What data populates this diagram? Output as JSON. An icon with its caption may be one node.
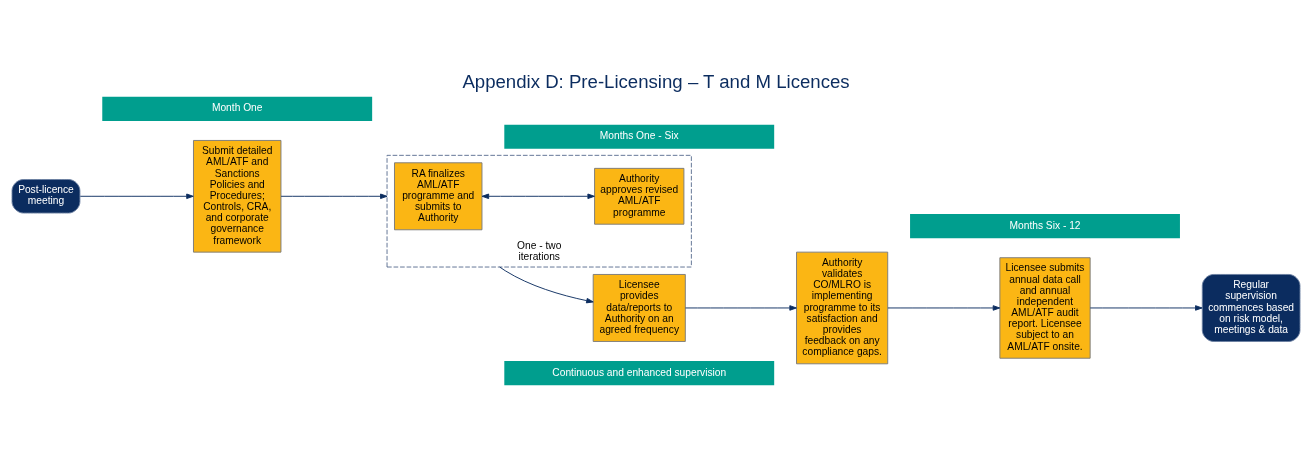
{
  "diagram": {
    "title": "Appendix D: Pre-Licensing – T and M Licences",
    "nodes": [
      {
        "text": [
          "Continuous and enhanced supervision"
        ]
      },
      {
        "text": [
          "Post-licence meeting"
        ]
      },
      {
        "text": [
          "Submit detailed AML/ATF and Sanctions Policies and Procedures; Controls, CRA, and corporate governance framework"
        ]
      },
      {
        "text": [
          "One - two iterations"
        ]
      },
      {
        "text": [
          "RA finalizes AML/ATF programme and submits to Authority"
        ],
        "in": 3
      },
      {
        "text": [
          "Authority approves revised AML/ATF programme"
        ],
        "in": 3
      },
      {
        "text": [
          "Licensee provides data/reports to Authority on an agreed frequency"
        ]
      },
      {
        "text": [
          "Authority validates CO/MLRO is implementing programme to its satisfaction and provides feedback on any compliance gaps."
        ]
      },
      {
        "text": [
          "Licensee submits annual data call and annual independent AML/ATF audit report. Licensee subject to an AML/ATF onsite."
        ]
      },
      {
        "text": [
          "Regular supervision commences based on risk model, meetings & data"
        ]
      },
      {
        "text": [
          "Month One"
        ]
      },
      {
        "text": [
          "Months One - Six"
        ]
      },
      {
        "text": [
          "Months Six - 12"
        ]
      }
    ],
    "edges": [
      {
        "from": 1,
        "to": 2,
        "arrow": "to"
      },
      {
        "from": 2,
        "to": 3,
        "arrow": "to"
      },
      {
        "from": 4,
        "to": 5,
        "arrow": "both"
      },
      {
        "from": 3,
        "to": 6,
        "arrow": "to"
      },
      {
        "from": 6,
        "to": 7,
        "arrow": "to"
      },
      {
        "from": 7,
        "to": 8,
        "arrow": "to"
      },
      {
        "from": 8,
        "to": 9,
        "arrow": "to"
      }
    ]
  }
}
